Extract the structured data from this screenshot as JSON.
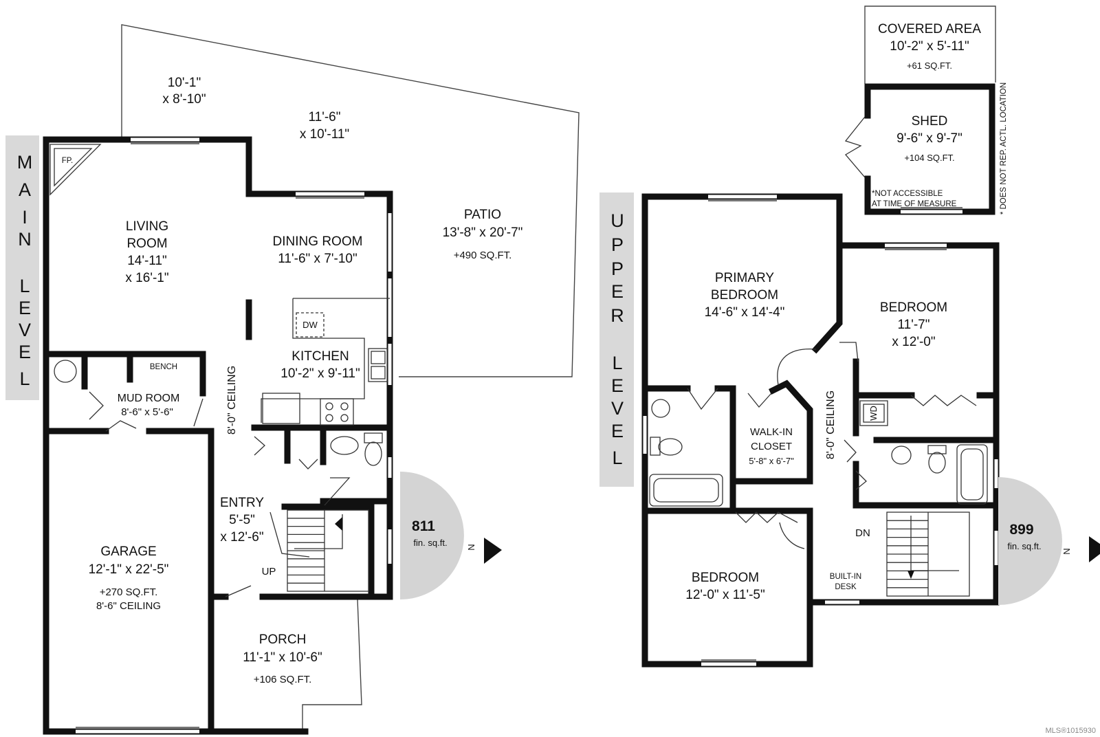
{
  "levels": {
    "main": [
      "M",
      "A",
      "I",
      "N",
      "L",
      "E",
      "V",
      "E",
      "L"
    ],
    "upper": [
      "U",
      "P",
      "P",
      "E",
      "R",
      "L",
      "E",
      "V",
      "E",
      "L"
    ]
  },
  "main_level": {
    "patio_a": [
      "10'-1\"",
      "x 8'-10\""
    ],
    "patio_b": [
      "11'-6\"",
      "x 10'-11\""
    ],
    "patio": [
      "PATIO",
      "13'-8\" x 20'-7\"",
      "+490 SQ.FT."
    ],
    "fireplace": "FP.",
    "living_room": [
      "LIVING",
      "ROOM",
      "14'-11\"",
      "x 16'-1\""
    ],
    "dining_room": [
      "DINING ROOM",
      "11'-6\" x 7'-10\""
    ],
    "dishwasher": "DW",
    "kitchen": [
      "KITCHEN",
      "10'-2\" x 9'-11\""
    ],
    "bench": "BENCH",
    "mud_room": [
      "MUD ROOM",
      "8'-6\" x 5'-6\""
    ],
    "ceiling": "8'-0\" CEILING",
    "garage": [
      "GARAGE",
      "12'-1\" x 22'-5\"",
      "+270 SQ.FT.",
      "8'-6\" CEILING"
    ],
    "entry": [
      "ENTRY",
      "5'-5\"",
      "x 12'-6\""
    ],
    "up": "UP",
    "porch": [
      "PORCH",
      "11'-1\" x 10'-6\"",
      "+106 SQ.FT."
    ],
    "area": [
      "811",
      "fin. sq.ft."
    ],
    "north": "N"
  },
  "upper_level": {
    "covered_area": [
      "COVERED AREA",
      "10'-2\" x 5'-11\"",
      "+61 SQ.FT."
    ],
    "shed": [
      "SHED",
      "9'-6\" x 9'-7\"",
      "+104 SQ.FT."
    ],
    "shed_note": [
      "*NOT ACCESSIBLE",
      "AT TIME OF MEASURE"
    ],
    "location_note": "* DOES NOT REP. ACTL. LOCATION",
    "primary_bedroom": [
      "PRIMARY",
      "BEDROOM",
      "14'-6\" x 14'-4\""
    ],
    "bedroom_2": [
      "BEDROOM",
      "11'-7\"",
      "x 12'-0\""
    ],
    "walk_in": [
      "WALK-IN",
      "CLOSET",
      "5'-8\" x 6'-7\""
    ],
    "ceiling": "8'-0\" CEILING",
    "washer_dryer": "WD",
    "down": "DN",
    "desk": [
      "BUILT-IN",
      "DESK"
    ],
    "bedroom_3": [
      "BEDROOM",
      "12'-0\" x 11'-5\""
    ],
    "area": [
      "899",
      "fin. sq.ft."
    ],
    "north": "N"
  },
  "mls": "MLS®1015930"
}
